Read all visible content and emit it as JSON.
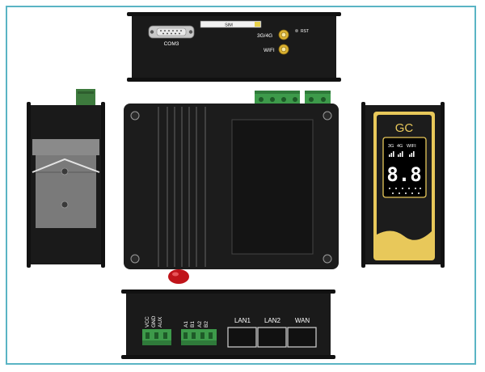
{
  "top_panel": {
    "com_label": "COM3",
    "sim_label": "SIM",
    "rst_label": "RST",
    "antenna_1_label": "3G/4G",
    "antenna_2_label": "WIFI"
  },
  "bottom_panel": {
    "power_labels": [
      "VCC",
      "GND",
      "AUX"
    ],
    "serial_labels": [
      "A1",
      "B1",
      "A2",
      "B2"
    ],
    "ports": [
      "LAN1",
      "LAN2",
      "WAN"
    ]
  },
  "front_panel": {
    "brand": "GC",
    "indicator_labels": [
      "3G",
      "4G",
      "WIFI"
    ],
    "segment_display": "8.8"
  },
  "colors": {
    "frame_border": "#5ab4c4",
    "body": "#1a1a1a",
    "terminal_green": "#3d9a4a",
    "antenna_gold": "#d9b030",
    "front_panel_gold": "#e8c85a",
    "reset_button_red": "#c0141a"
  }
}
